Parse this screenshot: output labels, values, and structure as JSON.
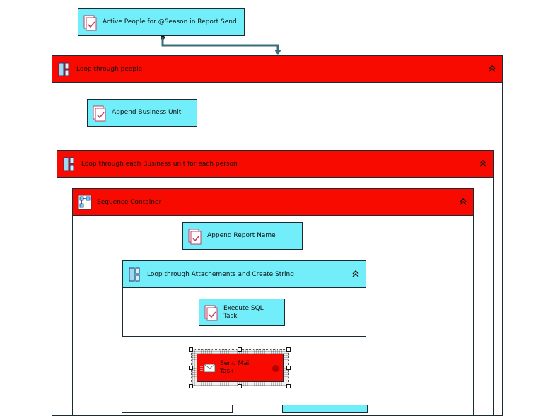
{
  "tasks": {
    "active_people": {
      "label": "Active People for @Season in Report Send"
    },
    "append_business_unit": {
      "label": "Append Business Unit"
    },
    "append_report_name": {
      "label": "Append Report Name"
    },
    "execute_sql": {
      "label_line1": "Execute SQL",
      "label_line2": "Task"
    },
    "send_mail": {
      "label_line1": "Send Mail",
      "label_line2": "Task"
    }
  },
  "containers": {
    "loop_people": {
      "label": "Loop through people"
    },
    "loop_business_unit": {
      "label": "Loop through each Business unit for each person"
    },
    "sequence": {
      "label": "Sequence Container"
    },
    "loop_attachments": {
      "label": "Loop through Attachements and Create String"
    }
  },
  "colors": {
    "task_fill": "#71eefa",
    "error_fill": "#f90a00",
    "connector": "#3b6c7a",
    "failure_connector": "#c0201a"
  }
}
